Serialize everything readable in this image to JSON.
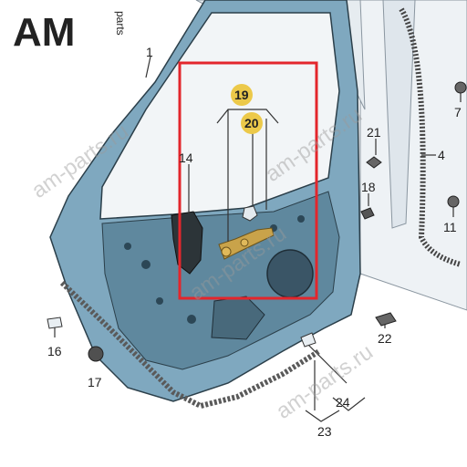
{
  "logo": {
    "brand": "AM",
    "suffix": "parts"
  },
  "watermark": "am-parts.ru",
  "callouts": {
    "c1": "1",
    "c4": "4",
    "c7": "7",
    "c11": "11",
    "c14": "14",
    "c16": "16",
    "c17": "17",
    "c18": "18",
    "c19": "19",
    "c20": "20",
    "c21": "21",
    "c22": "22",
    "c23": "23",
    "c24": "24"
  },
  "colors": {
    "door_panel": "#7fa8bf",
    "door_dark": "#3f6478",
    "frame": "#dfe6ec",
    "highlight_box": "#e3262c",
    "callout_badge": "#ecc94a",
    "seal_strip": "#5a5a5a"
  }
}
